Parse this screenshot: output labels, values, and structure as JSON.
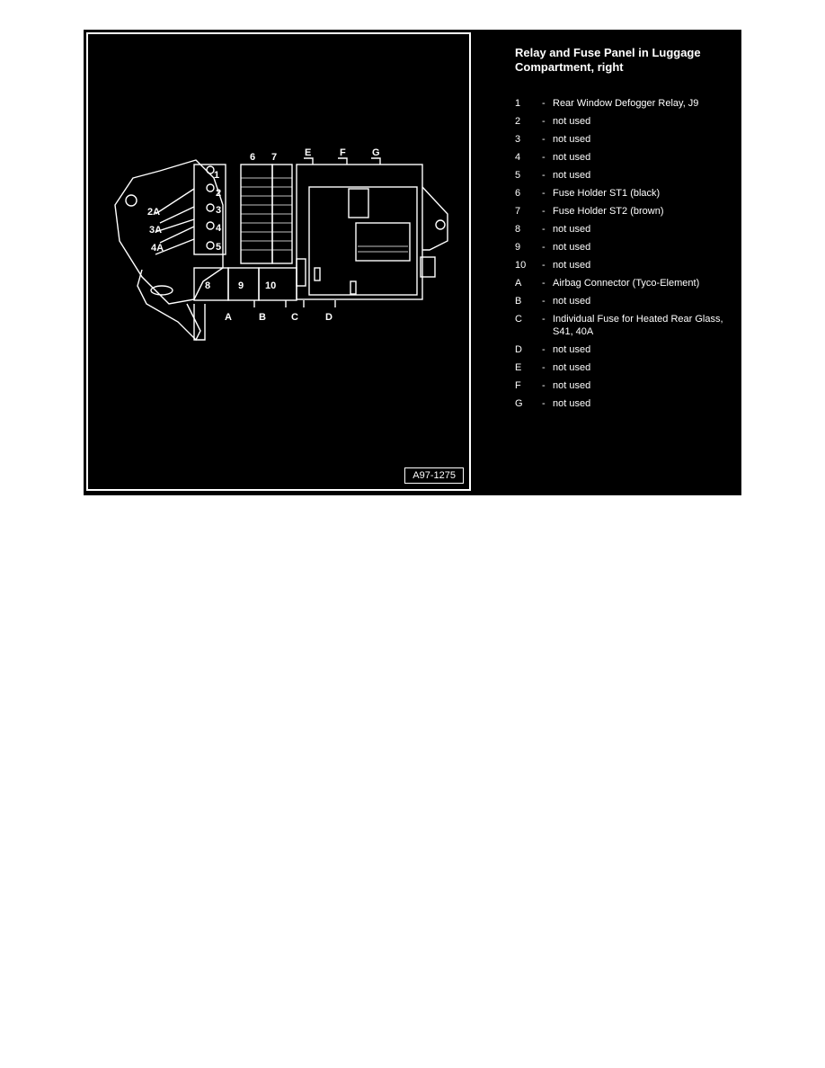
{
  "figure": {
    "id_label": "A97-1275",
    "callouts": {
      "relays": [
        "1",
        "2",
        "3",
        "4",
        "5"
      ],
      "relays_a": [
        "2A",
        "3A",
        "4A"
      ],
      "holders": [
        "6",
        "7"
      ],
      "top": [
        "E",
        "F",
        "G"
      ],
      "bottom_relays": [
        "8",
        "9",
        "10"
      ],
      "bottom": [
        "A",
        "B",
        "C",
        "D"
      ]
    }
  },
  "legend": {
    "title": "Relay and Fuse Panel in Luggage Compartment, right",
    "dash": "-",
    "items": [
      {
        "key": "1",
        "text": "Rear Window Defogger Relay, J9"
      },
      {
        "key": "2",
        "text": "not used"
      },
      {
        "key": "3",
        "text": "not used"
      },
      {
        "key": "4",
        "text": "not used"
      },
      {
        "key": "5",
        "text": "not used"
      },
      {
        "key": "6",
        "text": "Fuse Holder ST1 (black)"
      },
      {
        "key": "7",
        "text": "Fuse Holder ST2 (brown)"
      },
      {
        "key": "8",
        "text": "not used"
      },
      {
        "key": "9",
        "text": "not used"
      },
      {
        "key": "10",
        "text": "not used"
      },
      {
        "key": "A",
        "text": "Airbag Connector (Tyco-Element)"
      },
      {
        "key": "B",
        "text": "not used"
      },
      {
        "key": "C",
        "text": "Individual Fuse for Heated Rear Glass, S41, 40A"
      },
      {
        "key": "D",
        "text": "not used"
      },
      {
        "key": "E",
        "text": "not used"
      },
      {
        "key": "F",
        "text": "not used"
      },
      {
        "key": "G",
        "text": "not used"
      }
    ]
  }
}
